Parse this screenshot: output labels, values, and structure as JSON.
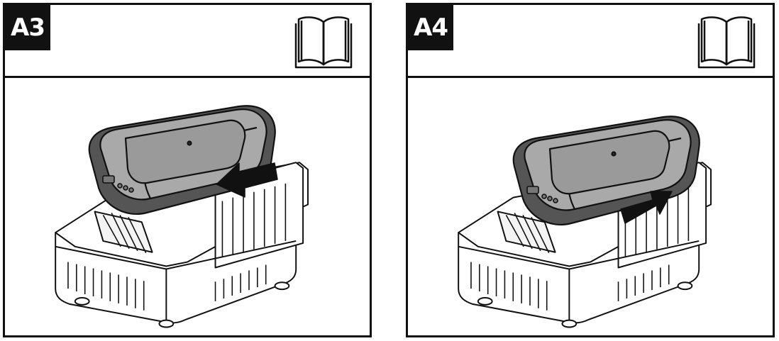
{
  "panels": [
    {
      "id": "A3",
      "label": "A3",
      "icon": "manual-book-icon",
      "arrow_direction": "left"
    },
    {
      "id": "A4",
      "label": "A4",
      "icon": "manual-book-icon",
      "arrow_direction": "right"
    }
  ],
  "colors": {
    "ink": "#111111",
    "battery_fill": "#a9a9a9",
    "battery_dark": "#555555"
  }
}
